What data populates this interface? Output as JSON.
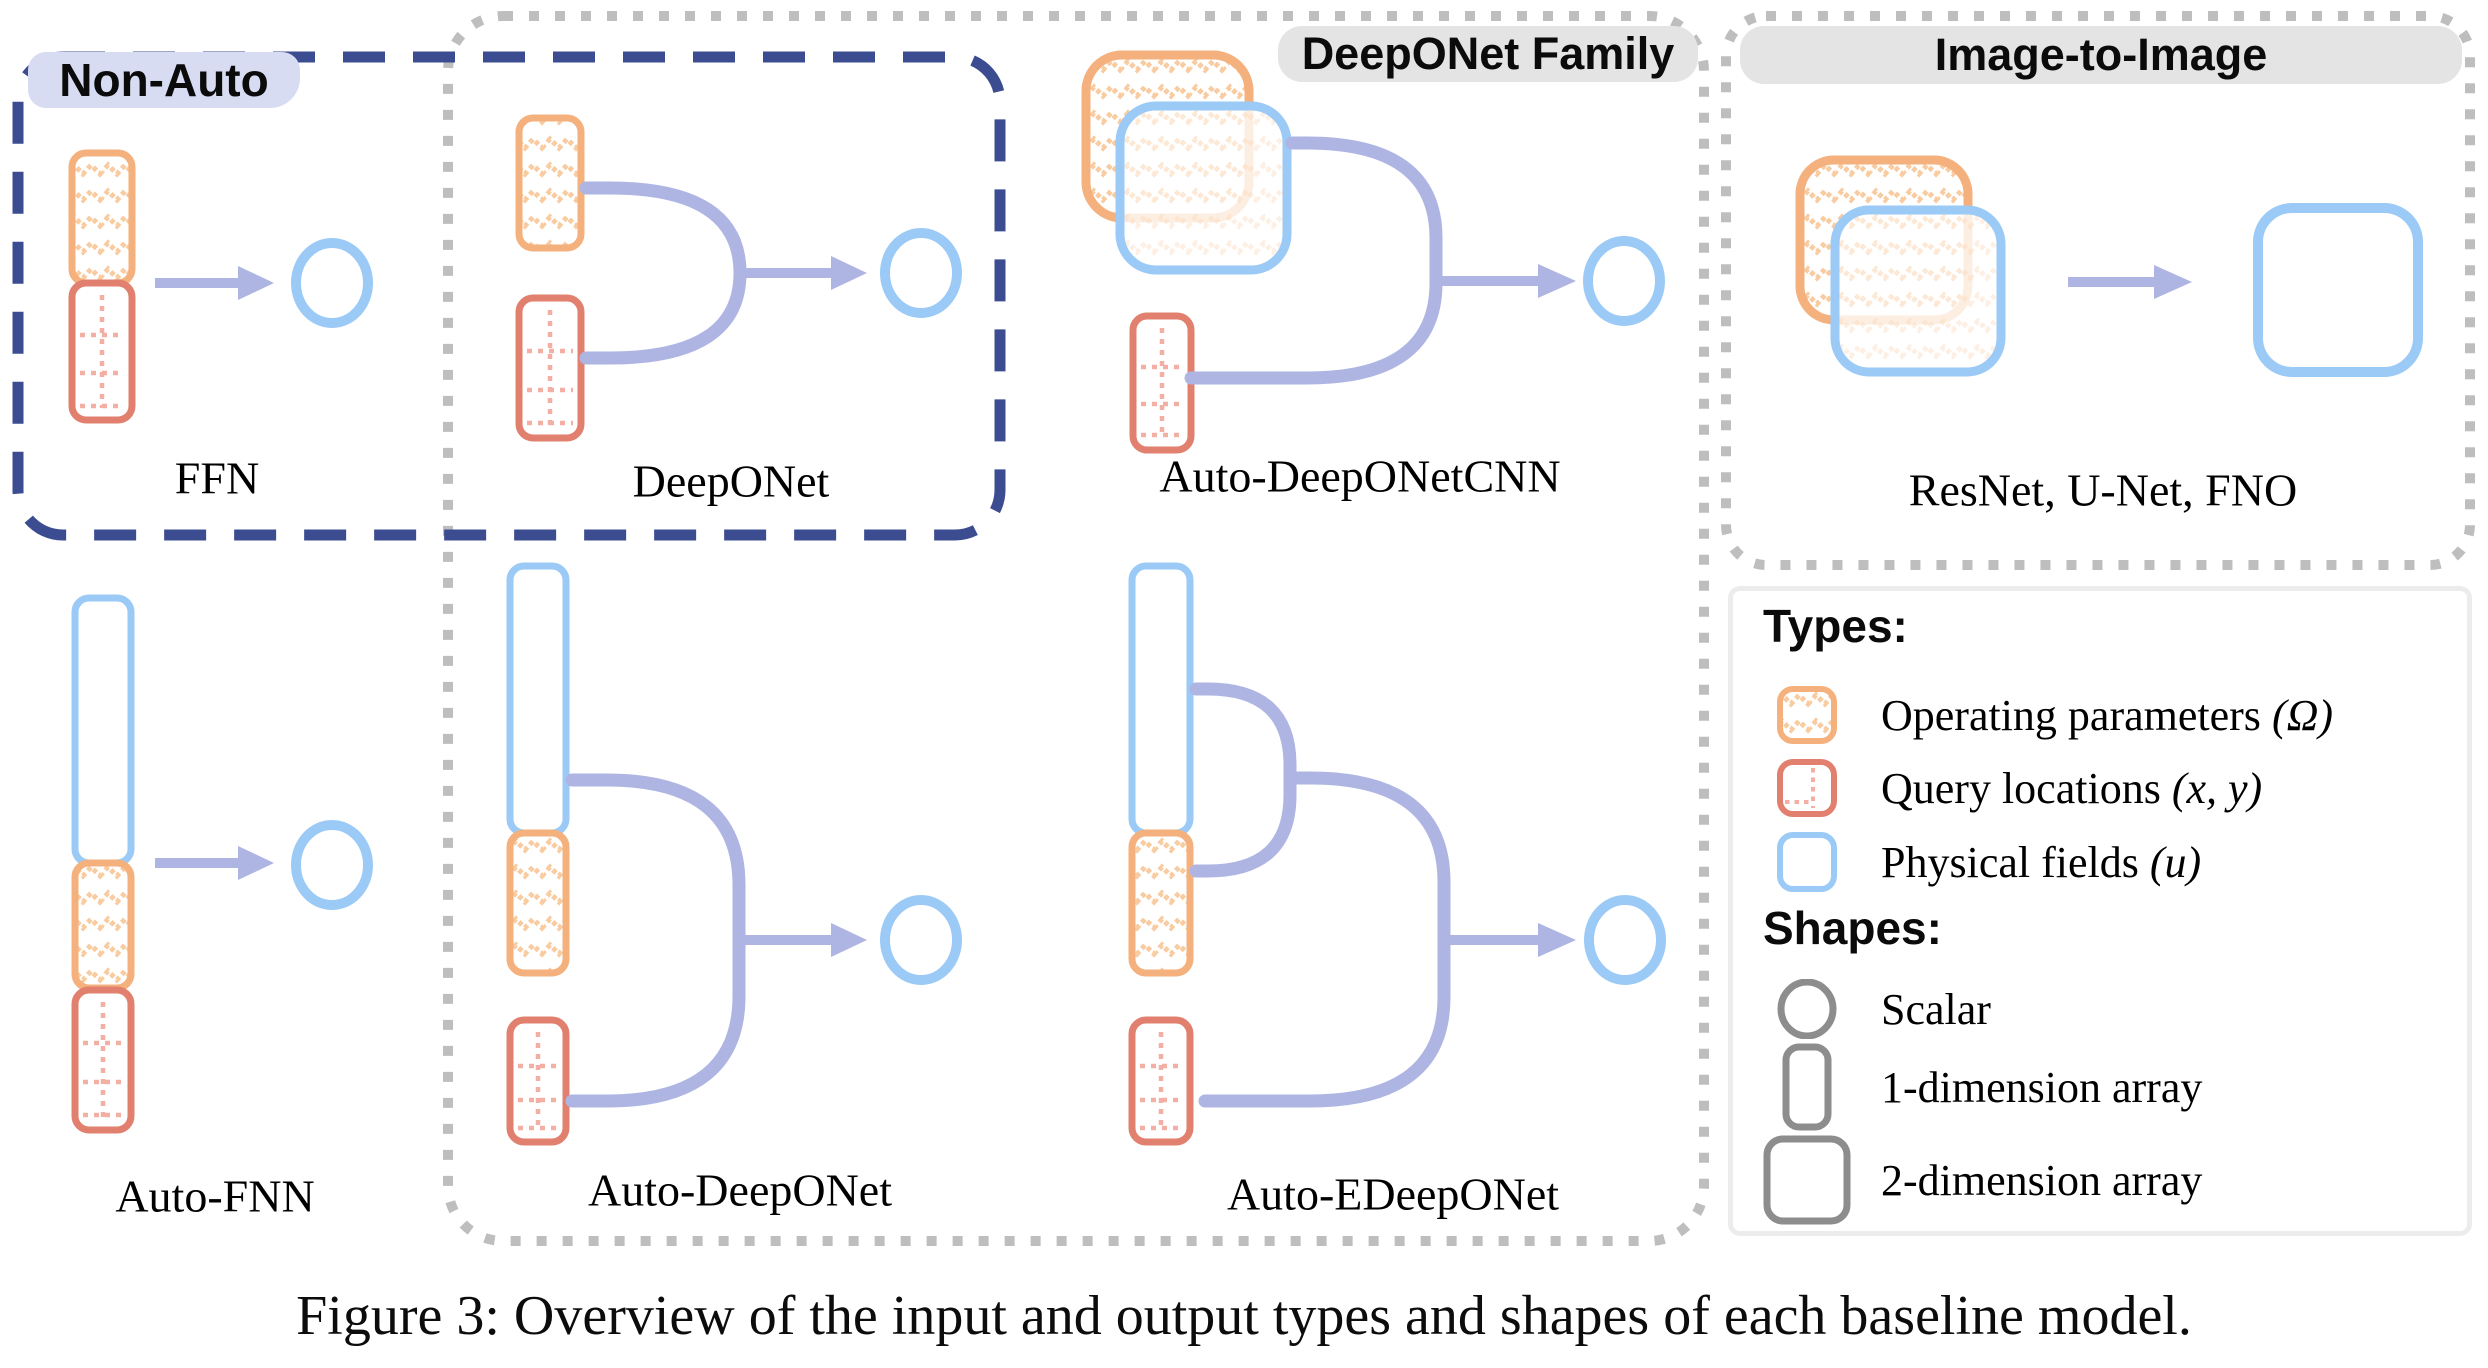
{
  "figure": {
    "caption": "Figure 3: Overview of the input and output types and shapes of each baseline model."
  },
  "groups": {
    "non_auto": "Non-Auto",
    "deeponet_family": "DeepONet Family",
    "image_to_image": "Image-to-Image"
  },
  "models": {
    "ffn": "FFN",
    "deeponet": "DeepONet",
    "auto_deeponet_cnn": "Auto-DeepONetCNN",
    "image_to_image_models": "ResNet, U-Net, FNO",
    "auto_fnn": "Auto-FNN",
    "auto_deeponet": "Auto-DeepONet",
    "auto_edeeponet": "Auto-EDeepONet"
  },
  "legend": {
    "types_heading": "Types:",
    "types": [
      {
        "icon": "operating-parameters-icon",
        "label": "Operating parameters",
        "math": "(Ω)"
      },
      {
        "icon": "query-locations-icon",
        "label": "Query locations",
        "math": "(x, y)"
      },
      {
        "icon": "physical-fields-icon",
        "label": "Physical fields",
        "math": "(u)"
      }
    ],
    "shapes_heading": "Shapes:",
    "shapes": [
      {
        "icon": "scalar-icon",
        "label": "Scalar"
      },
      {
        "icon": "one-dimension-array-icon",
        "label": "1-dimension array"
      },
      {
        "icon": "two-dimension-array-icon",
        "label": "2-dimension array"
      }
    ]
  },
  "colors": {
    "non_auto_border": "#3c4c90",
    "group_border_dotted": "#bebebe",
    "non_auto_banner": "#d7dcf2",
    "group_banner": "#e4e4e4",
    "operating_parameters": "#f4b17d",
    "operating_parameters_pattern": "#f8cba0",
    "query_locations": "#e2806f",
    "query_locations_pattern": "#f3afa3",
    "physical_fields": "#9acaf5",
    "connector": "#aeb5e3",
    "shape_gray": "#8d8d8d",
    "legend_border": "#ececec"
  }
}
